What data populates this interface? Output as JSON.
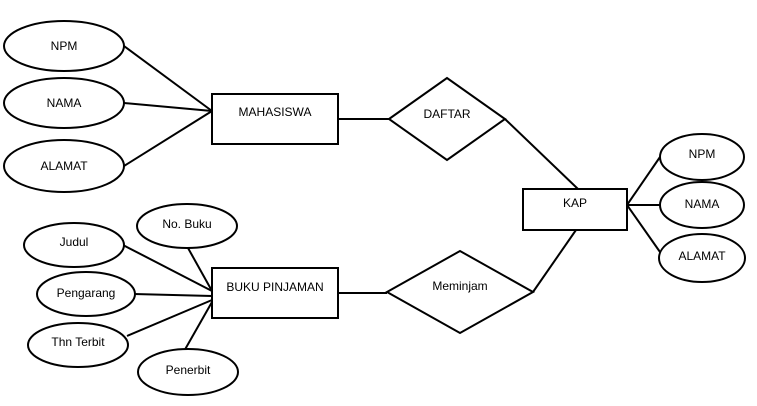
{
  "entities": {
    "mahasiswa": "MAHASISWA",
    "kap": "KAP",
    "buku_pinjaman": "BUKU PINJAMAN"
  },
  "relationships": {
    "daftar": "DAFTAR",
    "meminjam": "Meminjam"
  },
  "attributes": {
    "mahasiswa": [
      "NPM",
      "NAMA",
      "ALAMAT"
    ],
    "kap": [
      "NPM",
      "NAMA",
      "ALAMAT"
    ],
    "buku_pinjaman": [
      "No. Buku",
      "Judul",
      "Pengarang",
      "Thn Terbit",
      "Penerbit"
    ]
  }
}
